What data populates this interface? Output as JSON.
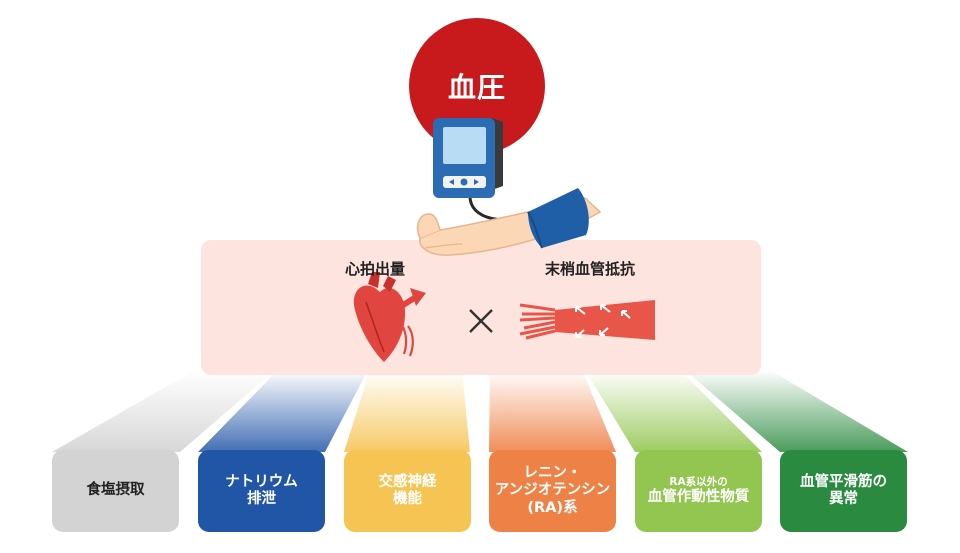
{
  "title": "血圧",
  "formula": {
    "left_label": "心拍出量",
    "right_label": "末梢血管抵抗",
    "operator": "×"
  },
  "colors": {
    "title_circle": "#c8191c",
    "panel": "#fde4de",
    "monitor_body": "#2b6cb5",
    "monitor_screen": "#b9dcf5",
    "cuff": "#1f5fa8",
    "skin": "#fcd7b5",
    "heart": "#e0463f",
    "vessel": "#e8564a"
  },
  "categories": [
    {
      "lines": [
        "食塩摂取"
      ],
      "small": "",
      "color": "#d3d3d3",
      "text_color": "#222222"
    },
    {
      "lines": [
        "ナトリウム",
        "排泄"
      ],
      "small": "",
      "color": "#2155a6",
      "text_color": "#ffffff"
    },
    {
      "lines": [
        "交感神経",
        "機能"
      ],
      "small": "",
      "color": "#f6c453",
      "text_color": "#ffffff"
    },
    {
      "lines": [
        "レニン・",
        "アンジオテンシン",
        "(RA)系"
      ],
      "small": "",
      "color": "#ee8146",
      "text_color": "#ffffff"
    },
    {
      "lines": [
        "血管作動性物質"
      ],
      "small": "RA系以外の",
      "color": "#92c650",
      "text_color": "#ffffff"
    },
    {
      "lines": [
        "血管平滑筋の",
        "異常"
      ],
      "small": "",
      "color": "#2a8a3f",
      "text_color": "#ffffff"
    }
  ]
}
